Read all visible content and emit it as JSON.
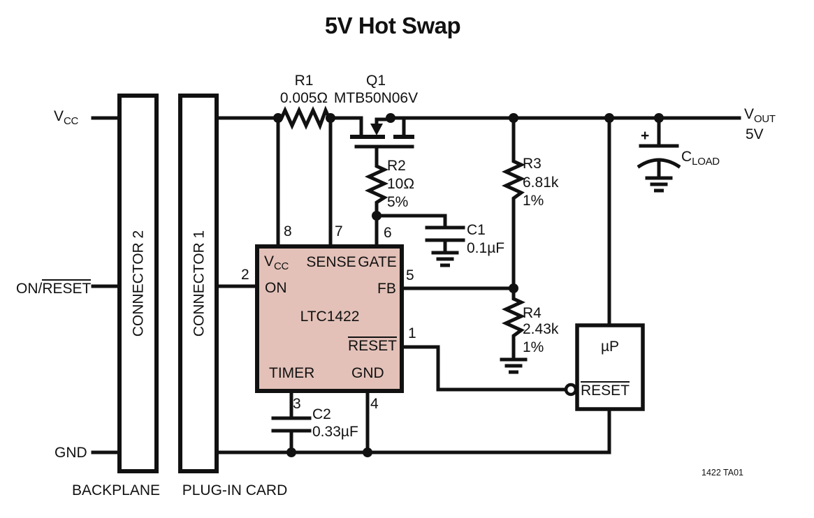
{
  "title": "5V Hot Swap",
  "note": "1422 TA01",
  "colors": {
    "ic_fill": "#e3c1b8",
    "line": "#111111"
  },
  "nets": {
    "vcc": {
      "base": "V",
      "sub": "CC"
    },
    "on_reset": {
      "prefix": "ON/",
      "overline": "RESET"
    },
    "gnd": "GND",
    "vout": {
      "base": "V",
      "sub": "OUT",
      "value": "5V"
    }
  },
  "connectors": {
    "connector2": {
      "label": "CONNECTOR 2",
      "caption": "BACKPLANE"
    },
    "connector1": {
      "label": "CONNECTOR 1",
      "caption": "PLUG-IN CARD"
    }
  },
  "ic": {
    "name": "LTC1422",
    "pin_vcc": {
      "num": "8",
      "base": "V",
      "sub": "CC"
    },
    "pin_sense": {
      "num": "7",
      "label": "SENSE"
    },
    "pin_gate": {
      "num": "6",
      "label": "GATE"
    },
    "pin_on": {
      "num": "2",
      "label": "ON"
    },
    "pin_fb": {
      "num": "5",
      "label": "FB"
    },
    "pin_reset": {
      "num": "1",
      "label": "RESET"
    },
    "pin_timer": {
      "num": "3",
      "label": "TIMER"
    },
    "pin_gnd": {
      "num": "4",
      "label": "GND"
    }
  },
  "components": {
    "r1": {
      "ref": "R1",
      "value": "0.005Ω"
    },
    "q1": {
      "ref": "Q1",
      "value": "MTB50N06V"
    },
    "r2": {
      "ref": "R2",
      "value": "10Ω",
      "tolerance": "5%"
    },
    "c1": {
      "ref": "C1",
      "value": "0.1µF"
    },
    "r3": {
      "ref": "R3",
      "value": "6.81k",
      "tolerance": "1%"
    },
    "r4": {
      "ref": "R4",
      "value": "2.43k",
      "tolerance": "1%"
    },
    "c2": {
      "ref": "C2",
      "value": "0.33µF"
    },
    "cload": {
      "polarity": "+",
      "base": "C",
      "sub": "LOAD"
    },
    "microprocessor": {
      "name": "µP",
      "pin_reset": "RESET"
    }
  }
}
